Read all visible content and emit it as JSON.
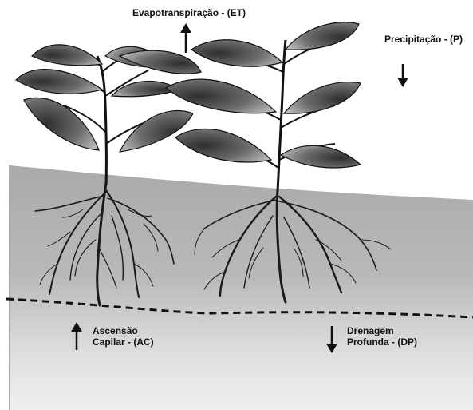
{
  "labels": {
    "evapotranspiration": "Evapotranspiração - (ET)",
    "precipitation": "Precipitação - (P)",
    "capillary_rise": [
      "Ascensão",
      "Capilar - (AC)"
    ],
    "deep_drainage": [
      "Drenagem",
      "Profunda - (DP)"
    ]
  },
  "colors": {
    "soil_upper": "#a9a9a9",
    "soil_lower": "#e8e8e8",
    "leaf_dark": "#3a3a3a",
    "leaf_light": "#bdbdbd",
    "ink": "#111111"
  },
  "icons": {
    "evapotranspiration": "arrow-up-icon",
    "precipitation": "arrow-down-icon",
    "capillary_rise": "arrow-up-icon",
    "deep_drainage": "arrow-down-icon"
  }
}
